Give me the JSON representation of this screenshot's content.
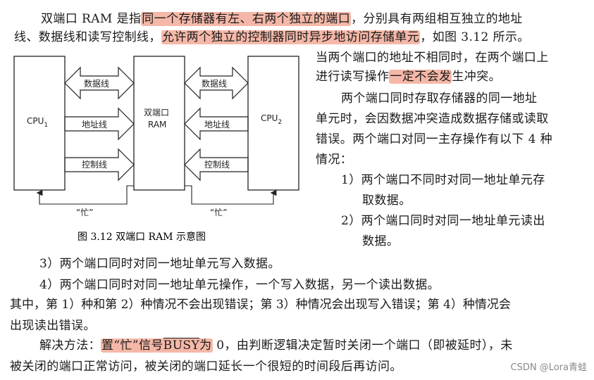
{
  "paragraph1": {
    "line1_a": "双端口 RAM 是指",
    "line1_hl": "同一个存储器有左、右两个独立的端口",
    "line1_b": "，分别具有两组相互独立的地址",
    "line2_a": "线、数据线和读写控制线，",
    "line2_hl": "允许两个独立的控制器同时异步地访问存储单元",
    "line2_b": "，如图 3.12 所示。"
  },
  "right_column": {
    "line1": "当两个端口的地址不相同时，在两个端口上",
    "line2_a": "进行读写操作",
    "line2_hl": "一定不会发",
    "line2_b": "生冲突。",
    "line3": "两个端口同时存取存储器的同一地址",
    "line4": "单元时，会因数据冲突造成数据存储或读取",
    "line5": "错误。两个端口对同一主存操作有以下 4 种",
    "line6": "情况：",
    "case1_line1": "1）两个端口不同时对同一地址单元存",
    "case1_line2": "取数据。",
    "case2_line1": "2）两个端口同时对同一地址单元读出",
    "case2_line2": "数据。"
  },
  "diagram": {
    "cpu1": "CPU",
    "cpu1_sub": "1",
    "cpu2": "CPU",
    "cpu2_sub": "2",
    "ram_line1": "双端口",
    "ram_line2": "RAM",
    "bus_data": "数据线",
    "bus_addr": "地址线",
    "bus_ctrl": "控制线",
    "busy_left": "“忙”",
    "busy_right": "“忙”",
    "caption": "图 3.12    双端口 RAM 示意图"
  },
  "lower": {
    "case3": "3）两个端口同时对同一地址单元写入数据。",
    "case4": "4）两个端口同时对同一地址单元操作，一个写入数据，另一个读出数据。",
    "summary_line1": "其中，第 1）种和第 2）种情况不会出现错误；第 3）种情况会出现写入错误；第 4）种情况会",
    "summary_line2": "出现读出错误。",
    "solution_a": "解决方法：",
    "solution_hl1": "置“忙”信号",
    "solution_busy": "BUSY",
    "solution_hl2": "为",
    "solution_b": " 0，由判断逻辑决定暂时关闭一个端口（即被延时），未",
    "solution_line2": "被关闭的端口正常访问，被关闭的端口延长一个很短的时间段后再访问。"
  },
  "watermark": "CSDN @Lora青蛙",
  "colors": {
    "highlight": "#f5b8a8",
    "text": "#1a1a1a"
  }
}
